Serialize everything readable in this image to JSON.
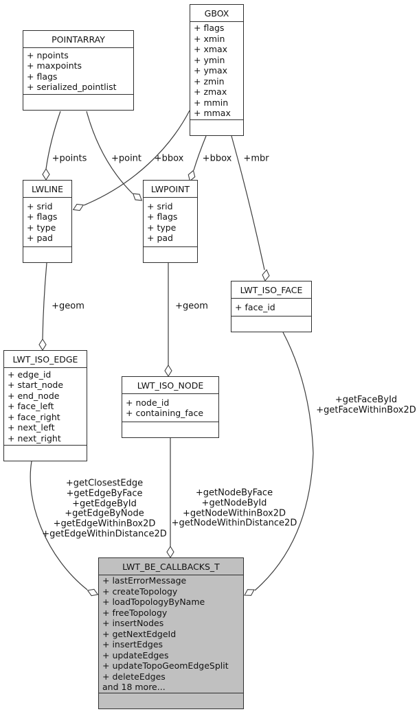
{
  "diagram": {
    "type": "uml-collaboration-diagram",
    "colors": {
      "background": "#ffffff",
      "box_border": "#2e2e2e",
      "edge_line": "#3c3c3c",
      "highlight_box_fill": "#c0c0c0",
      "text": "#111111"
    },
    "classes": [
      {
        "name": "POINTARRAY",
        "attributes": [
          "+ npoints",
          "+ maxpoints",
          "+ flags",
          "+ serialized_pointlist"
        ]
      },
      {
        "name": "GBOX",
        "attributes": [
          "+ flags",
          "+ xmin",
          "+ xmax",
          "+ ymin",
          "+ ymax",
          "+ zmin",
          "+ zmax",
          "+ mmin",
          "+ mmax"
        ]
      },
      {
        "name": "LWLINE",
        "attributes": [
          "+ srid",
          "+ flags",
          "+ type",
          "+ pad"
        ]
      },
      {
        "name": "LWPOINT",
        "attributes": [
          "+ srid",
          "+ flags",
          "+ type",
          "+ pad"
        ]
      },
      {
        "name": "LWT_ISO_FACE",
        "attributes": [
          "+ face_id"
        ]
      },
      {
        "name": "LWT_ISO_EDGE",
        "attributes": [
          "+ edge_id",
          "+ start_node",
          "+ end_node",
          "+ face_left",
          "+ face_right",
          "+ next_left",
          "+ next_right"
        ]
      },
      {
        "name": "LWT_ISO_NODE",
        "attributes": [
          "+ node_id",
          "+ containing_face"
        ]
      },
      {
        "name": "LWT_BE_CALLBACKS_T",
        "attributes": [
          "+ lastErrorMessage",
          "+ createTopology",
          "+ loadTopologyByName",
          "+ freeTopology",
          "+ insertNodes",
          "+ getNextEdgeId",
          "+ insertEdges",
          "+ updateEdges",
          "+ updateTopoGeomEdgeSplit",
          "+ deleteEdges",
          "and 18 more..."
        ]
      }
    ],
    "edge_labels": {
      "points": "+points",
      "point": "+point",
      "bbox_line": "+bbox",
      "bbox_point": "+bbox",
      "mbr": "+mbr",
      "geom_line": "+geom",
      "geom_point": "+geom",
      "face_callbacks": [
        "+getFaceById",
        "+getFaceWithinBox2D"
      ],
      "edge_callbacks": [
        "+getClosestEdge",
        "+getEdgeByFace",
        "+getEdgeById",
        "+getEdgeByNode",
        "+getEdgeWithinBox2D",
        "+getEdgeWithinDistance2D"
      ],
      "node_callbacks": [
        "+getNodeByFace",
        "+getNodeById",
        "+getNodeWithinBox2D",
        "+getNodeWithinDistance2D"
      ]
    }
  }
}
